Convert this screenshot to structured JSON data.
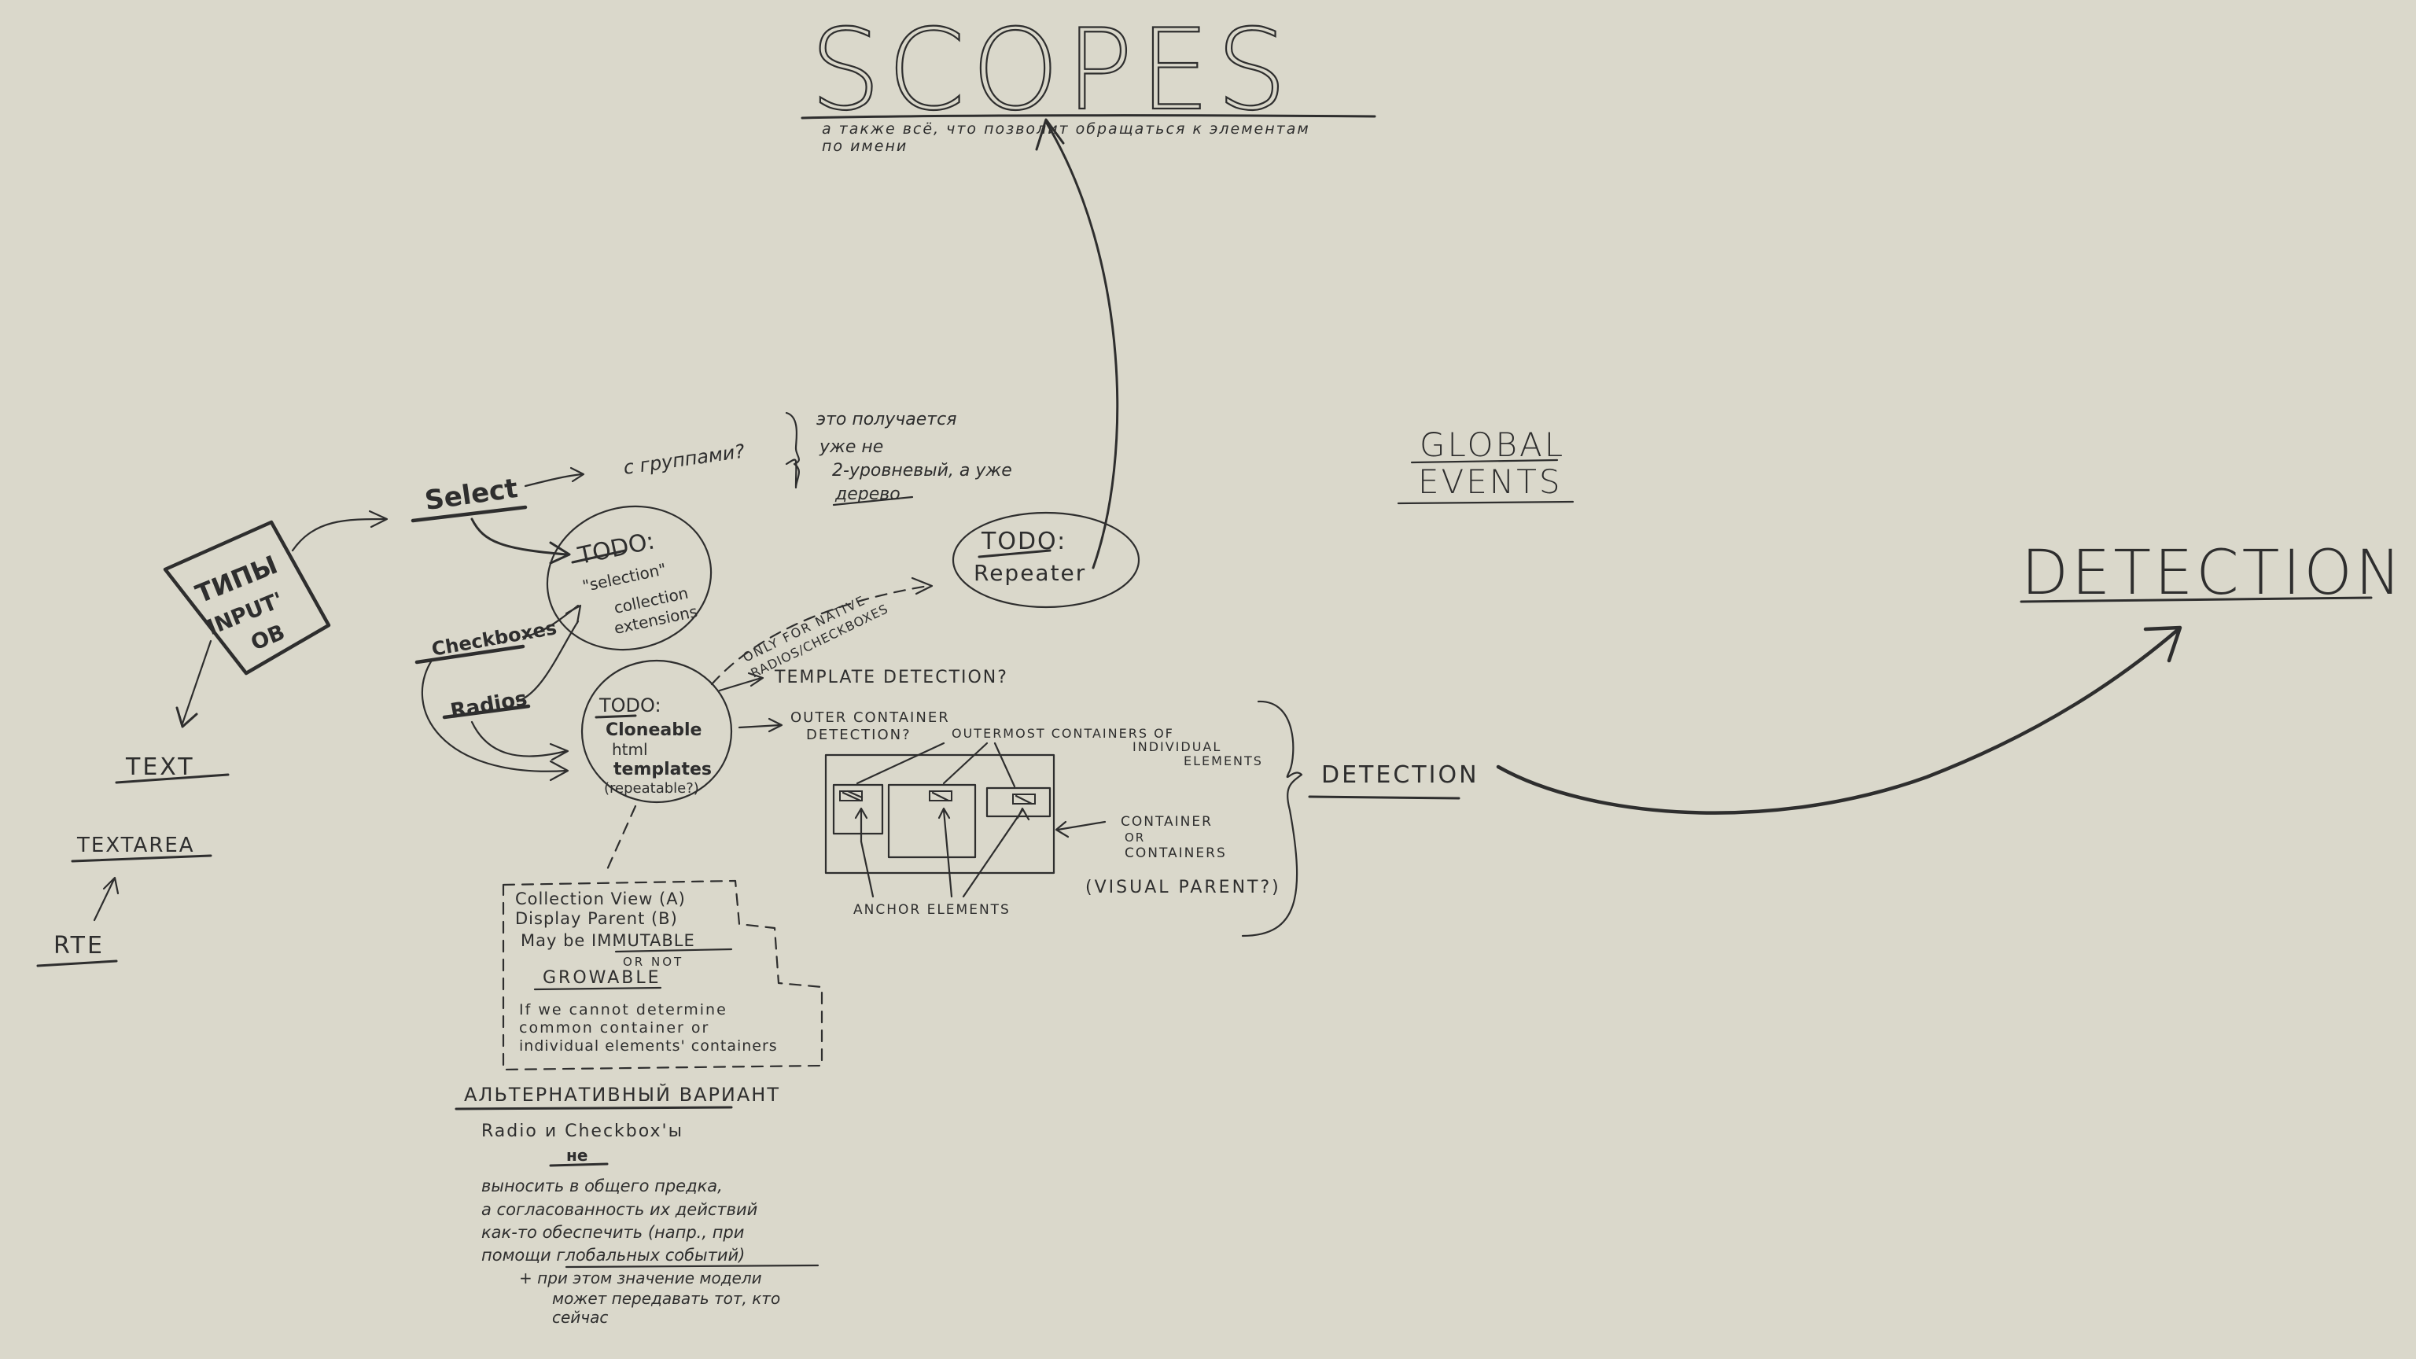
{
  "scopes": {
    "title": "SCOPES",
    "subtitle_line1": "а также всё, что позволит обращаться к элементам",
    "subtitle_line2": "по имени"
  },
  "inputs_box": {
    "line1": "ТИПЫ",
    "line2": "INPUT'",
    "line3": "ОВ"
  },
  "left_column": {
    "text": "TEXT",
    "textarea": "TEXTAREA",
    "rte": "RTE"
  },
  "select_branch": {
    "select": "Select",
    "groups_question": "с группами?",
    "note_line1": "это получается",
    "note_line2": "уже не",
    "note_line3": "2-уровневый, а уже",
    "note_line4": "дерево"
  },
  "todo_selection": {
    "title": "TODO:",
    "line1": "\"selection\"",
    "line2": "collection",
    "line3": "extensions"
  },
  "checkboxes": "Checkboxes",
  "radios": "Radios",
  "todo_cloneable": {
    "title": "TODO:",
    "line1": "Cloneable",
    "line2": "html",
    "line3": "templates",
    "line4": "(repeatable?)"
  },
  "only_for_native": {
    "line1": "ONLY FOR NATIVE",
    "line2": "RADIOS/CHECKBOXES"
  },
  "todo_repeater": {
    "title": "TODO:",
    "body": "Repeater"
  },
  "template_detection": "TEMPLATE DETECTION?",
  "outer_container": {
    "line1": "OUTER CONTAINER",
    "line2": "DETECTION?"
  },
  "outermost_containers": {
    "line1": "OUTERMOST CONTAINERS OF",
    "line2": "INDIVIDUAL",
    "line3": "ELEMENTS"
  },
  "container_note": {
    "line1": "CONTAINER",
    "line2": "OR",
    "line3": "CONTAINERS",
    "line4": "(VISUAL PARENT?)"
  },
  "anchor_elements": "ANCHOR ELEMENTS",
  "detection_small": "DETECTION",
  "detection_big": "DETECTION",
  "global_events": {
    "line1": "GLOBAL",
    "line2": "EVENTS"
  },
  "dashed_note": {
    "line1": "Collection View (A)",
    "line2": "Display Parent (B)",
    "line3": "May be IMMUTABLE",
    "line4": "OR NOT",
    "line5": "GROWABLE",
    "line6": "If we cannot determine",
    "line7": "common container or",
    "line8": "individual elements' containers"
  },
  "alternative": {
    "title": "АЛЬТЕРНАТИВНЫЙ ВАРИАНТ",
    "line1": "Radio и Checkbox'ы",
    "line2": "не",
    "line3": "выносить в общего предка,",
    "line4": "а согласованность их действий",
    "line5": "как-то обеспечить (напр., при",
    "line6": "помощи глобальных событий)",
    "line7": "+ при этом значение модели",
    "line8": "может передавать тот, кто",
    "line9": "сейчас"
  },
  "colors": {
    "background": "#dad8cb",
    "ink": "#2e2e2e"
  }
}
